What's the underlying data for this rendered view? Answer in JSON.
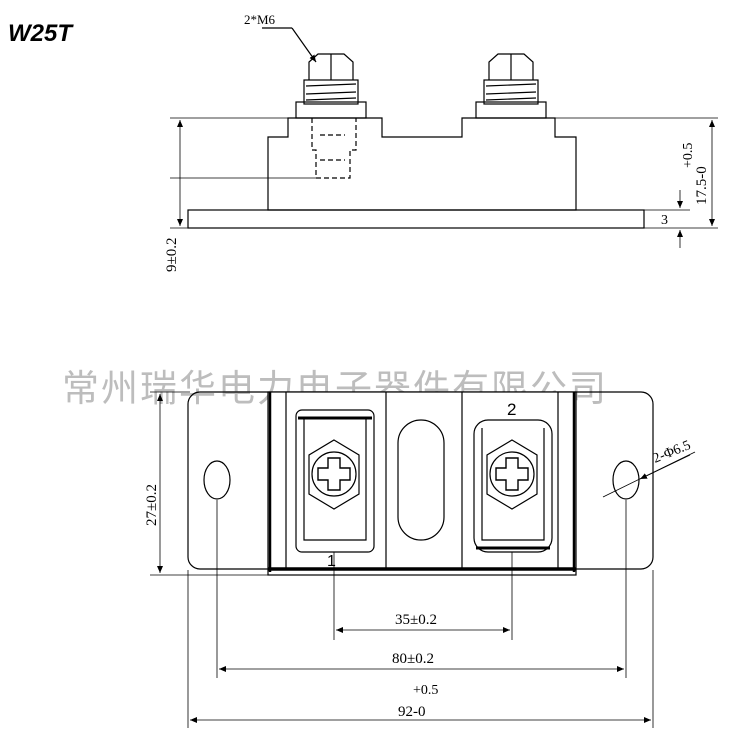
{
  "model": "W25T",
  "watermark": "常州瑞华电力电子器件有限公司",
  "side_view": {
    "thread_label": "2*M6",
    "height_tolerance": "+0.5",
    "height_value": "17.5-0",
    "base_thickness": "3",
    "body_height": "9±0.2"
  },
  "top_view": {
    "terminal_1": "1",
    "terminal_2": "2",
    "hole_label": "2-Φ6.5",
    "width_label": "27±0.2",
    "terminal_pitch": "35±0.2",
    "hole_pitch": "80±0.2",
    "length_tolerance": "+0.5",
    "length_value": "92-0"
  }
}
